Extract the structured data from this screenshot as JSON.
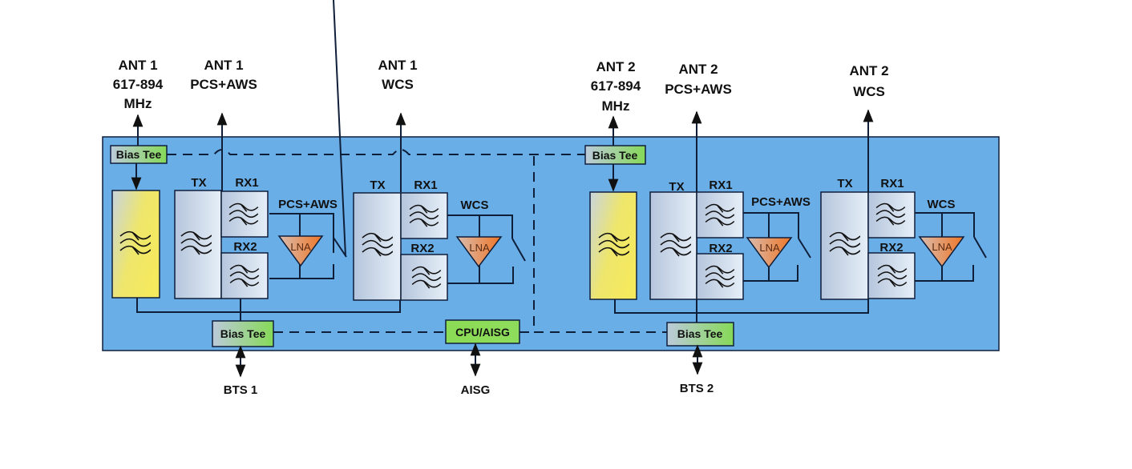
{
  "title": "Dual antenna multiband TMA block diagram",
  "colors": {
    "enclosure": "#6aaee8",
    "bias_tee_fill_left": "#b9c8d8",
    "bias_tee_fill_right": "#8ddc5a",
    "cpu_fill": "#8edc58",
    "lowband_filter_left": "#c9d3dc",
    "lowband_filter_right": "#f4ea62",
    "duplexer_left": "#b8c8de",
    "duplexer_right": "#e4eef7",
    "lna_left": "#d8b8a8",
    "lna_right": "#ee7a2c",
    "line": "#0f1f3a"
  },
  "antenna_ports": [
    {
      "id": "ant1-lowband",
      "lines": [
        "ANT 1",
        "617-894",
        "MHz"
      ]
    },
    {
      "id": "ant1-pcs-aws",
      "lines": [
        "ANT 1",
        "PCS+AWS"
      ]
    },
    {
      "id": "ant1-wcs",
      "lines": [
        "ANT 1",
        "WCS"
      ]
    },
    {
      "id": "ant2-lowband",
      "lines": [
        "ANT 2",
        "617-894",
        "MHz"
      ]
    },
    {
      "id": "ant2-pcs-aws",
      "lines": [
        "ANT 2",
        "PCS+AWS"
      ]
    },
    {
      "id": "ant2-wcs",
      "lines": [
        "ANT 2",
        "WCS"
      ]
    }
  ],
  "blocks": {
    "bias_tee": "Bias Tee",
    "cpu": "CPU/AISG",
    "tx": "TX",
    "rx1": "RX1",
    "rx2": "RX2",
    "lna": "LNA"
  },
  "band_labels": {
    "ant1_pcs": "PCS+AWS",
    "ant1_wcs": "WCS",
    "ant2_pcs": "PCS+AWS",
    "ant2_wcs": "WCS"
  },
  "bottom_ports": {
    "bts1": "BTS 1",
    "aisg": "AISG",
    "bts2": "BTS 2"
  }
}
